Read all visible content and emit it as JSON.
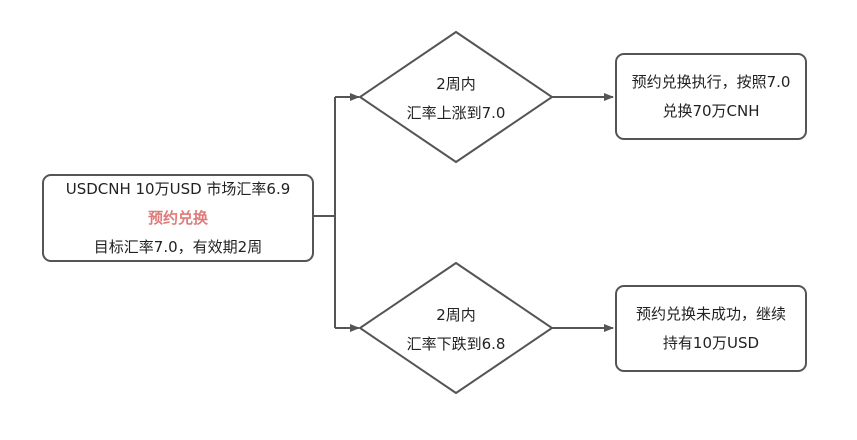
{
  "start": {
    "line1": "USDCNH  10万USD 市场汇率6.9",
    "line2": "预约兑换",
    "line3": "目标汇率7.0，有效期2周"
  },
  "decision_up": {
    "line1": "2周内",
    "line2": "汇率上涨到7.0"
  },
  "decision_down": {
    "line1": "2周内",
    "line2": "汇率下跌到6.8"
  },
  "result_up": {
    "line1": "预约兑换执行，按照7.0",
    "line2": "兑换70万CNH"
  },
  "result_down": {
    "line1": "预约兑换未成功，继续",
    "line2": "持有10万USD"
  },
  "colors": {
    "stroke": "#555555",
    "accent": "#e07a7a",
    "text": "#222222"
  }
}
